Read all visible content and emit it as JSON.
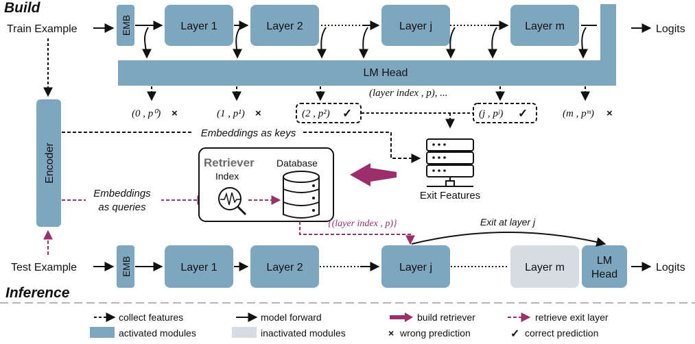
{
  "titles": {
    "build": "Build",
    "inference": "Inference"
  },
  "build": {
    "input": "Train Example",
    "emb": "EMB",
    "layers": [
      "Layer 1",
      "Layer 2",
      "Layer j",
      "Layer m"
    ],
    "output": "Logits",
    "lm_head": "LM Head",
    "features": [
      {
        "text": "(0 , p⁰)",
        "mark": "×"
      },
      {
        "text": "(1 , p¹)",
        "mark": "×"
      },
      {
        "text": "(2 , p²)",
        "mark": "✓"
      },
      {
        "text": "(j , pʲ)",
        "mark": "✓"
      },
      {
        "text": "(m , pᵐ)",
        "mark": "×"
      }
    ],
    "feature_header": "(layer index , p), ..."
  },
  "encoder": "Encoder",
  "keys_label": "Embeddings as keys",
  "queries_label": [
    "Embeddings",
    "as queries"
  ],
  "retriever": {
    "title": "Retriever",
    "index": "Index",
    "database": "Database"
  },
  "exit_features": "Exit Features",
  "retrieved": "{(layer index , p)}",
  "exit_label": "Exit at layer j",
  "inference": {
    "input": "Test Example",
    "emb": "EMB",
    "layers": [
      "Layer 1",
      "Layer 2",
      "Layer j",
      "Layer m"
    ],
    "lm_head": [
      "LM",
      "Head"
    ],
    "output": "Logits"
  },
  "legend": [
    {
      "label": "collect features"
    },
    {
      "label": "model forward"
    },
    {
      "label": "build retriever"
    },
    {
      "label": "retrieve exit layer"
    },
    {
      "label": "activated modules"
    },
    {
      "label": "inactivated modules"
    },
    {
      "label": "wrong prediction",
      "symbol": "×"
    },
    {
      "label": "correct prediction",
      "symbol": "✓"
    }
  ],
  "colors": {
    "module": "#7ea7bf",
    "module_inactive": "#d5dde3",
    "accent": "#9a2f6b"
  }
}
